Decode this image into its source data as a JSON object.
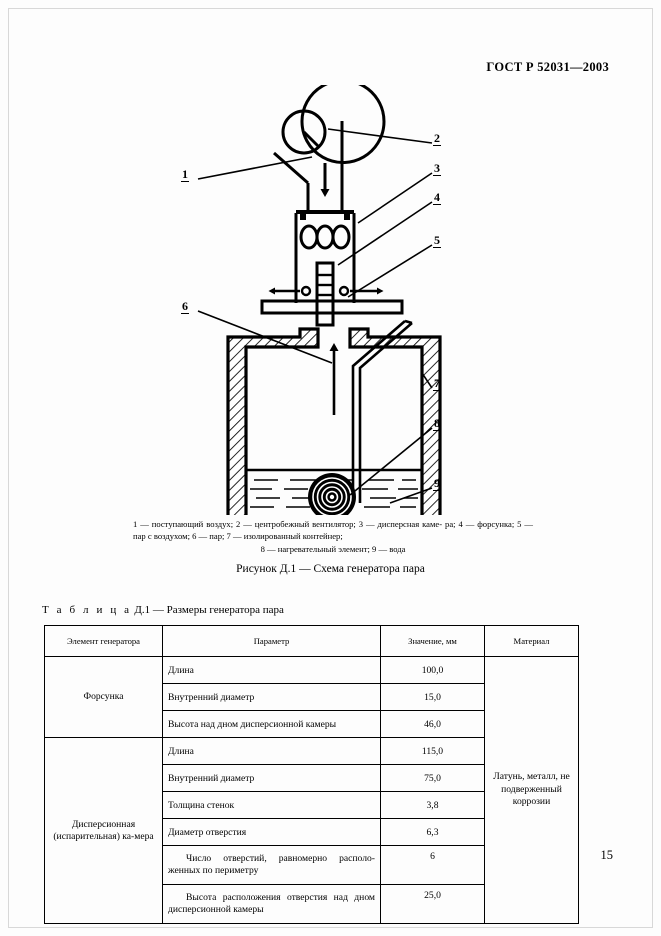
{
  "document": {
    "standard_header": "ГОСТ Р 52031—2003",
    "page_number": "15"
  },
  "figure": {
    "callouts": [
      {
        "id": "1",
        "label": "1"
      },
      {
        "id": "2",
        "label": "2"
      },
      {
        "id": "3",
        "label": "3"
      },
      {
        "id": "4",
        "label": "4"
      },
      {
        "id": "5",
        "label": "5"
      },
      {
        "id": "6",
        "label": "6"
      },
      {
        "id": "7",
        "label": "7"
      },
      {
        "id": "8",
        "label": "8"
      },
      {
        "id": "9",
        "label": "9"
      }
    ],
    "legend_line1": "1 — поступающий воздух; 2 — центробежный вентилятор; 3 — дисперсная каме-",
    "legend_line2": "ра; 4 — форсунка; 5 — пар с воздухом;  6 — пар; 7 — изолированный контейнер;",
    "legend_line3": "8 — нагревательный элемент; 9 — вода",
    "caption": "Рисунок Д.1 — Схема генератора пара"
  },
  "table": {
    "title_prefix": "Т а б л и ц а",
    "title_rest": "Д.1 — Размеры генератора пара",
    "headers": [
      "Элемент генератора",
      "Параметр",
      "Значение, мм",
      "Материал"
    ],
    "groups": [
      {
        "element": "Форсунка",
        "rows": [
          {
            "parameter": "Длина",
            "value": "100,0",
            "indent": false
          },
          {
            "parameter": "Внутренний диаметр",
            "value": "15,0",
            "indent": false
          },
          {
            "parameter": "Высота над дном дисперсионной камеры",
            "value": "46,0",
            "indent": false
          }
        ]
      },
      {
        "element": "Дисперсионная (испарительная) ка-мера",
        "rows": [
          {
            "parameter": "Длина",
            "value": "115,0",
            "indent": false
          },
          {
            "parameter": "Внутренний диаметр",
            "value": "75,0",
            "indent": false
          },
          {
            "parameter": "Толщина стенок",
            "value": "3,8",
            "indent": false
          },
          {
            "parameter": "Диаметр отверстия",
            "value": "6,3",
            "indent": false
          },
          {
            "parameter": "Число отверстий, равномерно располо-женных по периметру",
            "value": "6",
            "indent": true
          },
          {
            "parameter": "Высота расположения отверстия над дном дисперсионной камеры",
            "value": "25,0",
            "indent": true
          }
        ]
      }
    ],
    "material": "Латунь, металл, не подверженный коррозии"
  }
}
